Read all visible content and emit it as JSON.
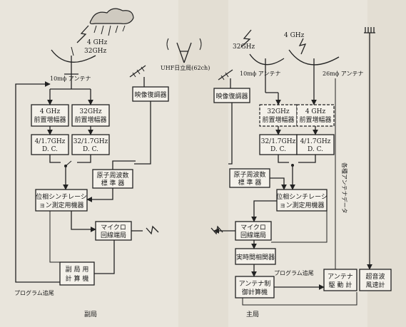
{
  "sub_station": {
    "freq_4ghz": "4 GHz",
    "freq_32ghz": "32GHz",
    "antenna_label": "10mϕ アンテナ",
    "uhf_label": "UHF日立局(62ch)",
    "video_demod": "映像復調器",
    "preamp_4ghz": [
      "4 GHz",
      "前置増幅器"
    ],
    "preamp_32ghz": [
      "32GHz",
      "前置増幅器"
    ],
    "dc_4": [
      "4/1.7GHz",
      "D. C."
    ],
    "dc_32": [
      "32/1.7GHz",
      "D. C."
    ],
    "atomic_freq_std": [
      "原子周波数",
      "標 準 器"
    ],
    "phase_scint": [
      "位相シンチレーシ",
      "ョン測定用機器"
    ],
    "micro_terminal": [
      "マイクロ",
      "回線端局"
    ],
    "computer": [
      "副 局 用",
      "計 算 機"
    ],
    "program_track": "プログラム追尾",
    "caption": "副局"
  },
  "main_station": {
    "freq_32ghz": "32GHz",
    "freq_4ghz": "4 GHz",
    "antenna_10m": "10mϕ アンテナ",
    "antenna_26m": "26mϕ アンテナ",
    "video_demod": "映像復調器",
    "preamp_32ghz": [
      "32GHz",
      "前置増幅器"
    ],
    "preamp_4ghz": [
      "4 GHz",
      "前置増幅器"
    ],
    "dc_32": [
      "32/1.7GHz",
      "D. C."
    ],
    "dc_4": [
      "4/1.7GHz",
      "D. C."
    ],
    "atomic_freq_std": [
      "原子周波数",
      "標 準 器"
    ],
    "phase_scint": [
      "位相シンチレーシ",
      "ョン測定用機器"
    ],
    "micro_terminal": [
      "マイクロ",
      "回線端局"
    ],
    "time_comparator": "実時間相関器",
    "antenna_control": [
      "アンテナ制",
      "御計算機"
    ],
    "antenna_drive": [
      "アンテナ",
      "駆 動 計"
    ],
    "ultrasonic": [
      "超音波",
      "風速計"
    ],
    "program_track": "プログラム追尾",
    "antenna_data": "各種アンテナデータ",
    "caption": "主局"
  }
}
